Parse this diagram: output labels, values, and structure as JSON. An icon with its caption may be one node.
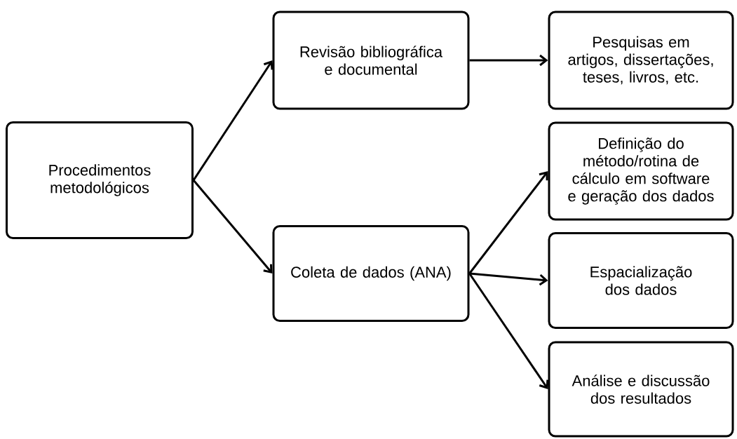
{
  "diagram": {
    "nodes": [
      {
        "text": [
          "Procedimentos metodológicos"
        ]
      },
      {
        "text": [
          "Revisão bibliográfica e documental"
        ]
      },
      {
        "text": [
          "Coleta de dados (ANA)"
        ]
      },
      {
        "text": [
          "Pesquisas em artigos, dissertações, teses, livros, etc."
        ]
      },
      {
        "text": [
          "Definição do método/rotina de cálculo em software e geração dos dados"
        ]
      },
      {
        "text": [
          "Espacialização dos dados"
        ]
      },
      {
        "text": [
          "Análise e discussão dos resultados"
        ]
      }
    ],
    "edges": [
      {
        "from": 0,
        "to": 1,
        "arrow": "to"
      },
      {
        "from": 0,
        "to": 2,
        "arrow": "to"
      },
      {
        "from": 1,
        "to": 3,
        "arrow": "to"
      },
      {
        "from": 2,
        "to": 4,
        "arrow": "to"
      },
      {
        "from": 2,
        "to": 5,
        "arrow": "to"
      },
      {
        "from": 2,
        "to": 6,
        "arrow": "to"
      }
    ]
  }
}
